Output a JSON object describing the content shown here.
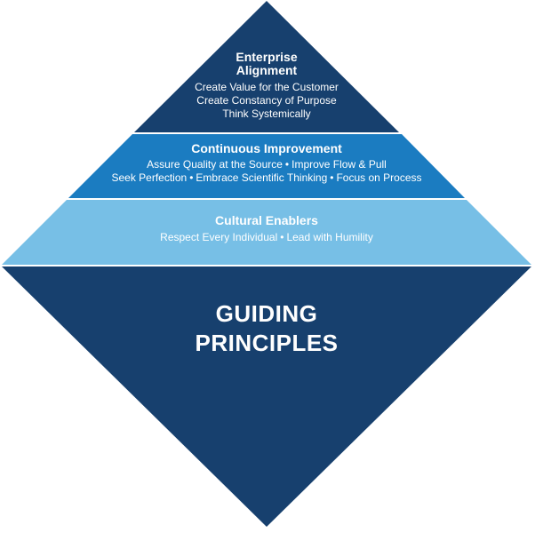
{
  "colors": {
    "navy": "#17406e",
    "medium_blue": "#1b7cc1",
    "light_blue": "#77bfe6",
    "white": "#ffffff"
  },
  "enterprise_alignment": {
    "title_line1": "Enterprise",
    "title_line2": "Alignment",
    "items": [
      "Create Value for the Customer",
      "Create Constancy of Purpose",
      "Think Systemically"
    ]
  },
  "continuous_improvement": {
    "title": "Continuous Improvement",
    "row1": [
      "Assure Quality at the Source",
      "Improve Flow & Pull"
    ],
    "row2": [
      "Seek Perfection",
      "Embrace Scientific Thinking",
      "Focus on Process"
    ]
  },
  "cultural_enablers": {
    "title": "Cultural Enablers",
    "row1": [
      "Respect Every Individual",
      "Lead with Humility"
    ]
  },
  "guiding_principles": {
    "line1": "GUIDING",
    "line2": "PRINCIPLES"
  },
  "separator": "•"
}
